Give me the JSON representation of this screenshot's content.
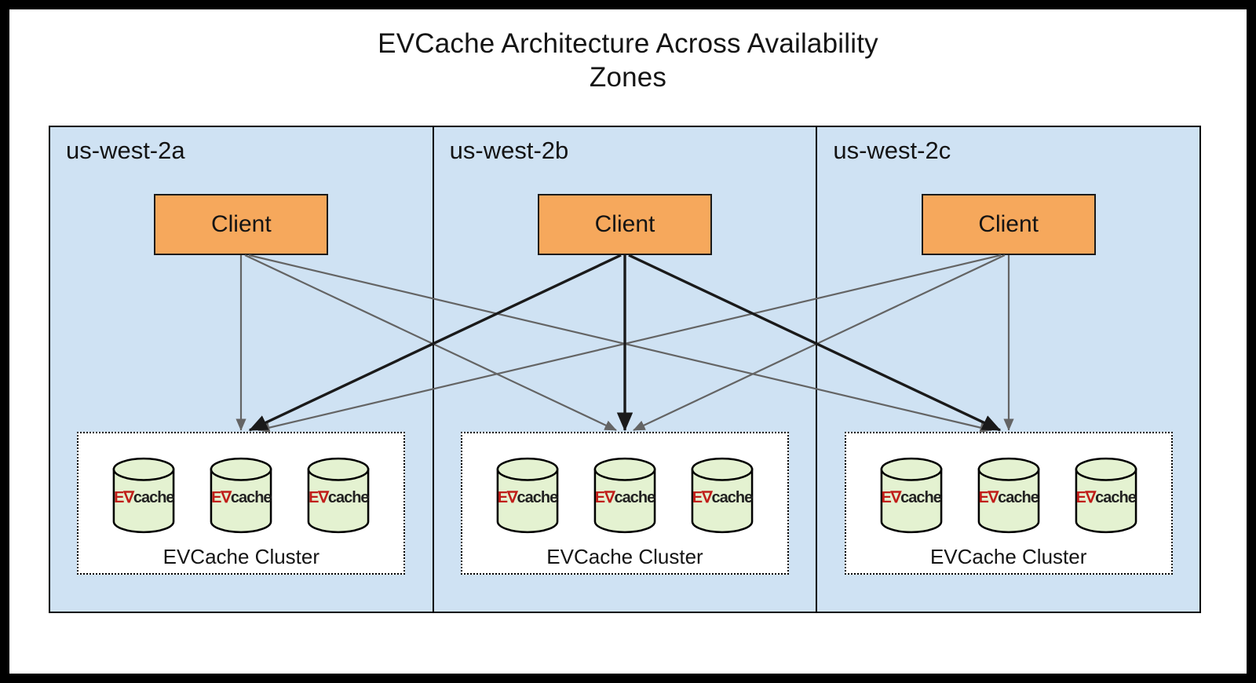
{
  "page": {
    "title_line1": "EVCache Architecture Across Availability",
    "title_line2": "Zones"
  },
  "zones": [
    {
      "label": "us-west-2a",
      "client": "Client",
      "cluster_label": "EVCache Cluster",
      "node_count": 3
    },
    {
      "label": "us-west-2b",
      "client": "Client",
      "cluster_label": "EVCache Cluster",
      "node_count": 3
    },
    {
      "label": "us-west-2c",
      "client": "Client",
      "cluster_label": "EVCache Cluster",
      "node_count": 3
    }
  ],
  "logo": {
    "ev": "E∇",
    "rest": "cache"
  },
  "edges": [
    {
      "from": "us-west-2a",
      "to": "us-west-2a",
      "weight": "normal"
    },
    {
      "from": "us-west-2a",
      "to": "us-west-2b",
      "weight": "normal"
    },
    {
      "from": "us-west-2a",
      "to": "us-west-2c",
      "weight": "normal"
    },
    {
      "from": "us-west-2b",
      "to": "us-west-2a",
      "weight": "bold"
    },
    {
      "from": "us-west-2b",
      "to": "us-west-2b",
      "weight": "bold"
    },
    {
      "from": "us-west-2b",
      "to": "us-west-2c",
      "weight": "bold"
    },
    {
      "from": "us-west-2c",
      "to": "us-west-2a",
      "weight": "normal"
    },
    {
      "from": "us-west-2c",
      "to": "us-west-2b",
      "weight": "normal"
    },
    {
      "from": "us-west-2c",
      "to": "us-west-2c",
      "weight": "normal"
    }
  ],
  "colors": {
    "zone_fill": "#cfe2f3",
    "client_fill": "#f6a85c",
    "node_fill": "#e4f2d1",
    "edge_normal": "#646464",
    "edge_bold": "#1a1a1a",
    "logo_red": "#c01e1a",
    "logo_dark": "#222222",
    "border": "#000000"
  }
}
